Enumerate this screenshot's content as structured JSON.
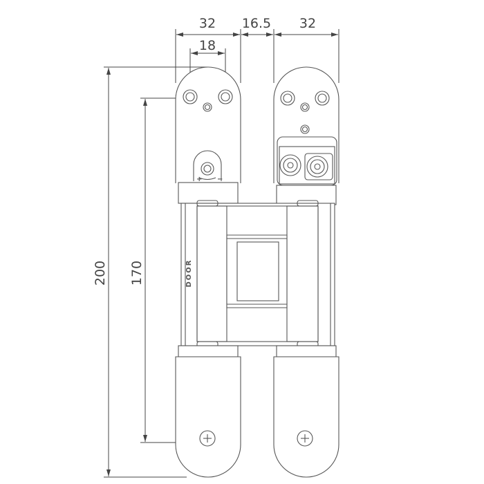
{
  "title": "Concealed hinge dimension drawing",
  "dimensions": {
    "leaf_width_left": "32",
    "gap": "16.5",
    "leaf_width_right": "32",
    "hole_spacing": "18",
    "total_height": "200",
    "hole_to_screw_height": "170"
  },
  "labels": {
    "door": "DOOR",
    "plus": "+",
    "minus": "−"
  }
}
